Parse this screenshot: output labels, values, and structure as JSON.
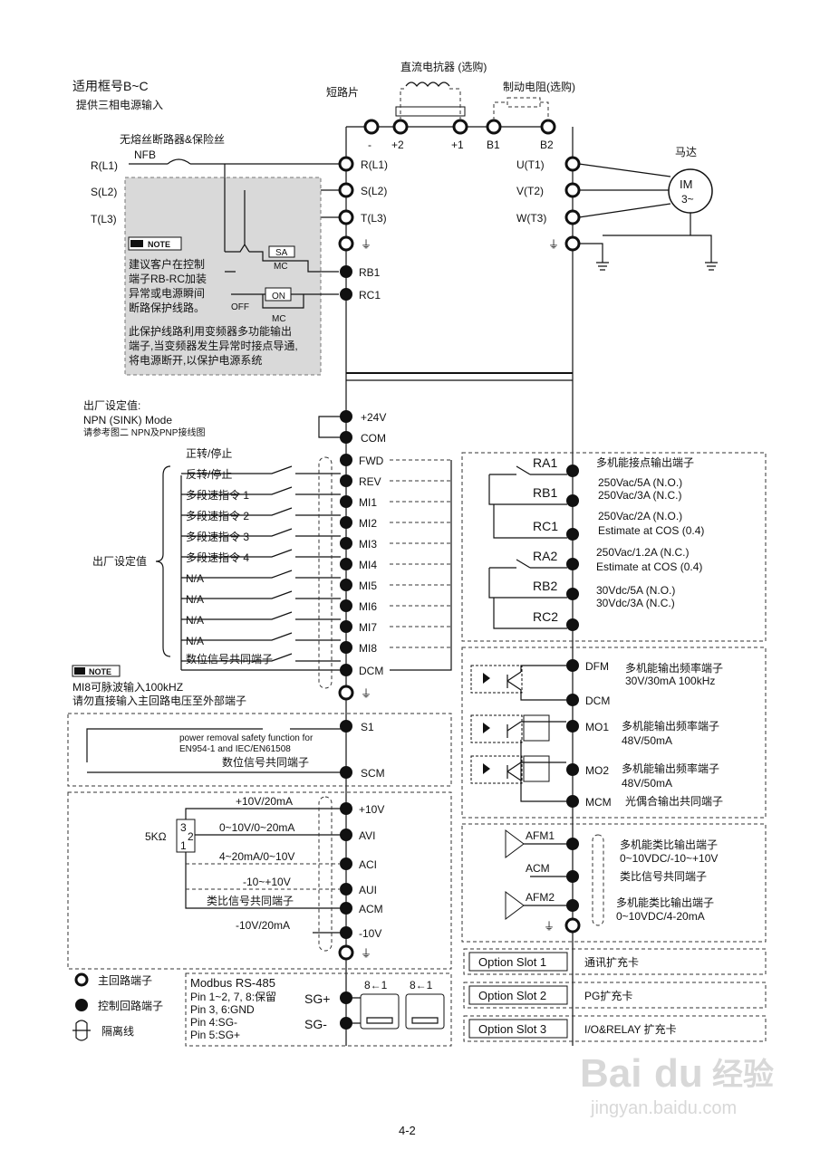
{
  "header": {
    "frame": "适用框号B~C",
    "supply": "提供三相电源输入",
    "dc_reactor": "直流电抗器 (选购)",
    "brake_resistor": "制动电阻(选购)",
    "short_piece": "短路片",
    "breaker": "无熔丝断路器&保险丝",
    "nfb": "NFB"
  },
  "dc_terminals": [
    "-",
    "+2",
    "+1",
    "B1",
    "B2"
  ],
  "input_lines": [
    "R(L1)",
    "S(L2)",
    "T(L3)"
  ],
  "input_terminals": [
    "R(L1)",
    "S(L2)",
    "T(L3)"
  ],
  "output_terminals": [
    "U(T1)",
    "V(T2)",
    "W(T3)"
  ],
  "motor": {
    "title": "马达",
    "name": "IM",
    "phase": "3~"
  },
  "note1": {
    "badge": "NOTE",
    "lines": [
      "建议客户在控制",
      "端子RB-RC加装",
      "异常或电源瞬间",
      "断路保护线路。"
    ],
    "lines2": [
      "此保护线路利用变频器多功能输出",
      "端子,当变频器发生异常时接点导通,",
      "将电源断开,以保护电源系统"
    ],
    "sa": "SA",
    "mc": "MC",
    "on": "ON",
    "off": "OFF"
  },
  "rb_rc": [
    "RB1",
    "RC1"
  ],
  "factory": {
    "title": "出厂设定值:",
    "mode": "NPN (SINK) Mode",
    "ref": "请参考图二 NPN及PNP接线图",
    "side_label": "出厂设定值"
  },
  "power_terms": [
    "+24V",
    "COM"
  ],
  "di": [
    {
      "term": "FWD",
      "func": "正转/停止"
    },
    {
      "term": "REV",
      "func": "反转/停止"
    },
    {
      "term": "MI1",
      "func": "多段速指令 1"
    },
    {
      "term": "MI2",
      "func": "多段速指令 2"
    },
    {
      "term": "MI3",
      "func": "多段速指令 3"
    },
    {
      "term": "MI4",
      "func": "多段速指令 4"
    },
    {
      "term": "MI5",
      "func": "N/A"
    },
    {
      "term": "MI6",
      "func": "N/A"
    },
    {
      "term": "MI7",
      "func": "N/A"
    },
    {
      "term": "MI8",
      "func": "N/A"
    },
    {
      "term": "DCM",
      "func": "数位信号共同端子"
    }
  ],
  "note2": {
    "badge": "NOTE",
    "lines": [
      "MI8可脉波输入100kHZ",
      "请勿直接输入主回路电压至外部端子"
    ]
  },
  "s1": {
    "term": "S1",
    "desc": [
      "power removal safety function for",
      "EN954-1 and IEC/EN61508"
    ],
    "common": "数位信号共同端子",
    "term2": "SCM"
  },
  "analog": {
    "pot": "5KΩ",
    "pins": [
      "3",
      "2",
      "1"
    ],
    "signals": [
      "+10V/20mA",
      "0~10V/0~20mA",
      "4~20mA/0~10V",
      "-10~+10V",
      "类比信号共同端子",
      "-10V/20mA"
    ],
    "terms": [
      "+10V",
      "AVI",
      "ACI",
      "AUI",
      "ACM",
      "-10V"
    ]
  },
  "relay": {
    "title": "多机能接点输出端子",
    "terms": [
      "RA1",
      "RB1",
      "RC1",
      "RA2",
      "RB2",
      "RC2"
    ],
    "specs": [
      "250Vac/5A (N.O.)",
      "250Vac/3A (N.C.)",
      "250Vac/2A (N.O.)",
      "Estimate at COS (0.4)",
      "250Vac/1.2A (N.C.)",
      "Estimate at COS (0.4)",
      "30Vdc/5A (N.O.)",
      "30Vdc/3A (N.C.)"
    ]
  },
  "digital_out": {
    "terms": [
      "DFM",
      "DCM",
      "MO1",
      "MO2",
      "MCM"
    ],
    "dfm": [
      "多机能输出频率端子",
      "30V/30mA 100kHz"
    ],
    "mo1": [
      "多机能输出频率端子",
      "48V/50mA"
    ],
    "mo2": [
      "多机能输出频率端子",
      "48V/50mA"
    ],
    "mcm": "光偶合输出共同端子"
  },
  "analog_out": {
    "terms": [
      "AFM1",
      "ACM",
      "AFM2"
    ],
    "afm1": [
      "多机能类比输出端子",
      "0~10VDC/-10~+10V"
    ],
    "acm": "类比信号共同端子",
    "afm2": [
      "多机能类比输出端子",
      "0~10VDC/4-20mA"
    ]
  },
  "options": [
    {
      "slot": "Option Slot 1",
      "desc": "通讯扩充卡"
    },
    {
      "slot": "Option Slot 2",
      "desc": "PG扩充卡"
    },
    {
      "slot": "Option Slot 3",
      "desc": "I/O&RELAY 扩充卡"
    }
  ],
  "legend": [
    "主回路端子",
    "控制回路端子",
    "隔离线"
  ],
  "modbus": {
    "title": "Modbus RS-485",
    "pins": [
      "Pin 1~2, 7, 8:保留",
      "Pin 3, 6:GND",
      "Pin 4:SG-",
      "Pin 5:SG+"
    ],
    "terms": [
      "SG+",
      "SG-"
    ],
    "jack": [
      "8←1",
      "8←1"
    ]
  },
  "page_number": "4-2",
  "watermark": [
    "Bai",
    "du",
    "经验",
    "jingyan.baidu.com"
  ]
}
